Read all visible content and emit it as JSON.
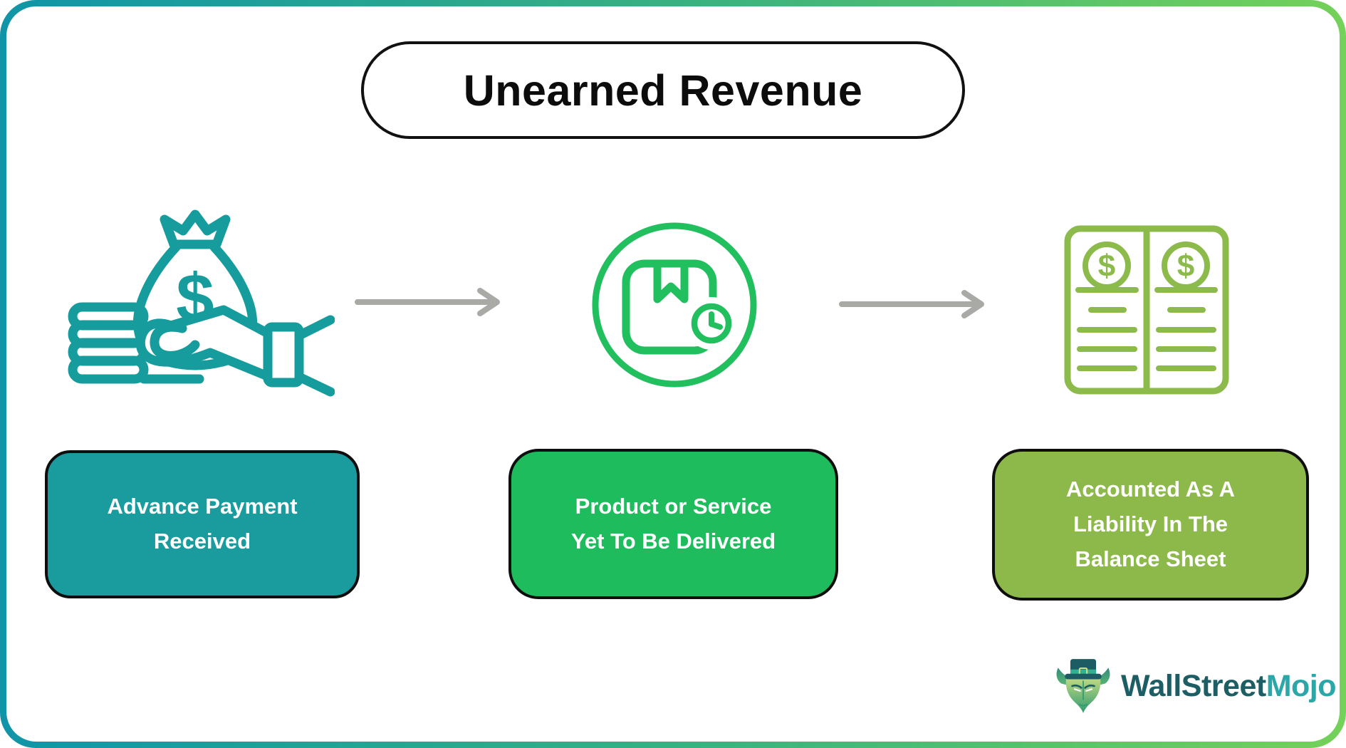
{
  "title": "Unearned Revenue",
  "steps": [
    {
      "icon": "money-bag-in-hand",
      "label": "Advance Payment Received",
      "lines": [
        "Advance Payment",
        "Received"
      ],
      "box_color": "#1A9B9E",
      "icon_color": "#169C9C"
    },
    {
      "icon": "package-pending-clock",
      "label": "Product or Service Yet To Be Delivered",
      "lines": [
        "Product or Service",
        "Yet To Be Delivered"
      ],
      "box_color": "#1FBC5D",
      "icon_color": "#22BF5F"
    },
    {
      "icon": "balance-sheet-ledger",
      "label": "Accounted As A Liability In The Balance Sheet",
      "lines": [
        "Accounted As A",
        "Liability In The",
        "Balance Sheet"
      ],
      "box_color": "#8CB94A",
      "icon_color": "#8CBA4B"
    }
  ],
  "glyphs": {
    "dollar": "$"
  },
  "arrows": {
    "count": 2,
    "color": "#A9A9A6"
  },
  "brand": {
    "name_primary": "WallStreet",
    "name_secondary": "Mojo",
    "primary_color": "#1D5E64",
    "secondary_color": "#2BA7A9"
  },
  "frame": {
    "gradient_left": "#1095A8",
    "gradient_right": "#74D159",
    "background": "#FFFFFF",
    "text_color": "#FFFFFF",
    "outline_color": "#111111"
  }
}
